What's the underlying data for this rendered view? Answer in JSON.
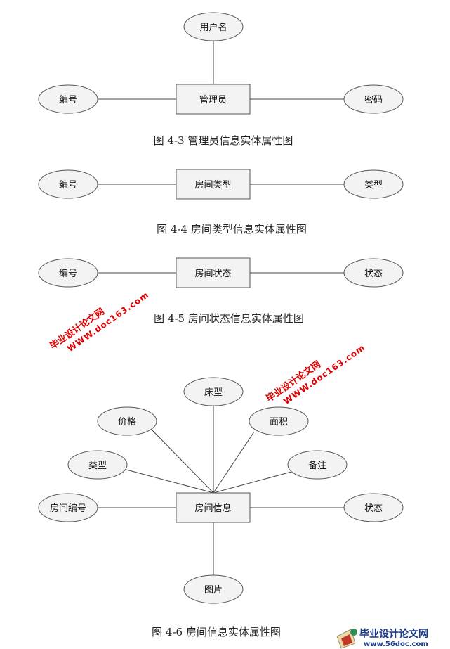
{
  "fig43": {
    "entity": "管理员",
    "attrs": [
      "用户名",
      "编号",
      "密码"
    ],
    "caption": "图 4-3 管理员信息实体属性图"
  },
  "fig44": {
    "entity": "房间类型",
    "attrs": [
      "编号",
      "类型"
    ],
    "caption": "图 4-4 房间类型信息实体属性图"
  },
  "fig45": {
    "entity": "房间状态",
    "attrs": [
      "编号",
      "状态"
    ],
    "caption": "图 4-5 房间状态信息实体属性图"
  },
  "fig46": {
    "entity": "房间信息",
    "attrs": [
      "床型",
      "价格",
      "面积",
      "类型",
      "备注",
      "房间编号",
      "状态",
      "图片"
    ],
    "caption": "图 4-6 房间信息实体属性图"
  },
  "watermarks": {
    "site_cn": "毕业设计论文网",
    "site_url": "WWW.doc163.com",
    "logo_cn": "毕业设计论文网",
    "logo_url": "www.56doc.com"
  },
  "colors": {
    "watermark_red": "#e00000",
    "logo_blue": "#1a3a8a"
  }
}
